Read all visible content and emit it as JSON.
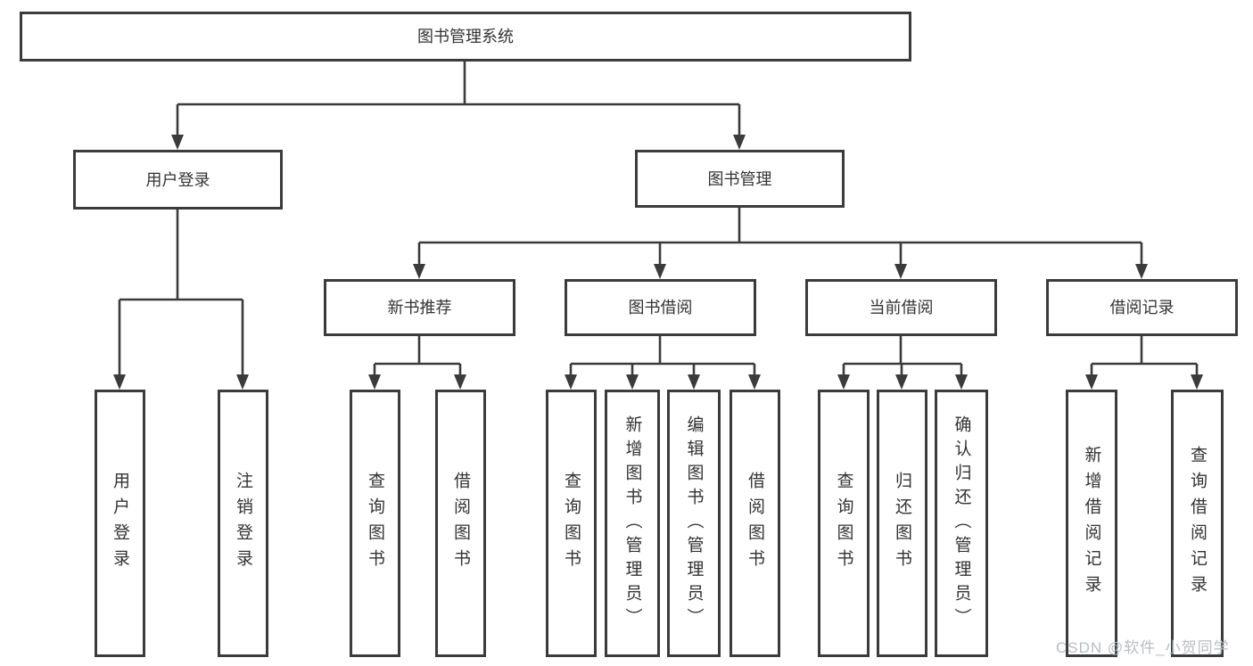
{
  "diagram": {
    "root": "图书管理系统",
    "branches": {
      "user": "用户登录",
      "book": "图书管理"
    },
    "user_children": [
      "用户登录",
      "注销登录"
    ],
    "modules": [
      "新书推荐",
      "图书借阅",
      "当前借阅",
      "借阅记录"
    ],
    "new_book_children": [
      "查询图书",
      "借阅图书"
    ],
    "borrow_children": [
      "查询图书",
      "新增图书（管理员）",
      "编辑图书（管理员）",
      "借阅图书"
    ],
    "current_children": [
      "查询图书",
      "归还图书",
      "确认归还（管理员）"
    ],
    "records_children": [
      "新增借阅记录",
      "查询借阅记录"
    ],
    "line_color": "#3b3b3b",
    "text_color": "#333333",
    "background_color": "#ffffff"
  },
  "watermark": "CSDN @软件_小贺同学"
}
